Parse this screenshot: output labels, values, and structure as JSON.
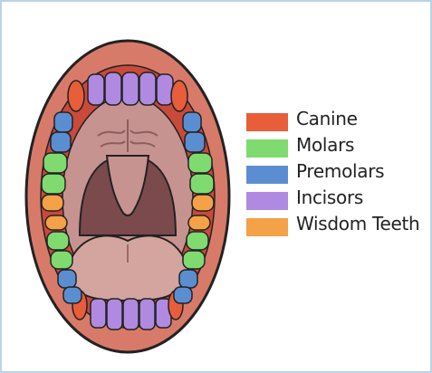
{
  "colors": {
    "lips": "#d87a6a",
    "gum": "#c94a3b",
    "throat": "#7a4a4c",
    "palate": "#c79390",
    "palate_ridges": "#8b5e5e",
    "tongue": "#d4a49f",
    "frame_border": "#b9d3ea"
  },
  "legend": {
    "items": [
      {
        "label": "Canine",
        "color": "#e85d3a"
      },
      {
        "label": "Molars",
        "color": "#7fdb6f"
      },
      {
        "label": "Premolars",
        "color": "#5b8ed1"
      },
      {
        "label": "Incisors",
        "color": "#b08ae0"
      },
      {
        "label": "Wisdom Teeth",
        "color": "#f4a147"
      }
    ]
  }
}
